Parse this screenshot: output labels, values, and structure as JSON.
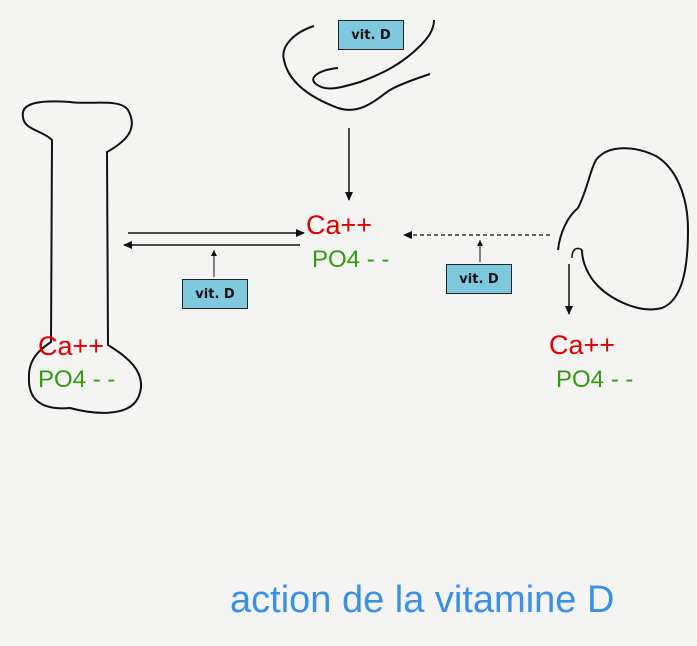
{
  "diagram": {
    "vit_label": "vit. D",
    "calcium": "Ca++",
    "phosphate": "PO4 - -",
    "caption": "action de la vitamine D"
  },
  "colors": {
    "calcium": "#e00000",
    "phosphate": "#2f9a12",
    "caption": "#3a8fe8",
    "vit_box": "#7ec9dd"
  },
  "icons": [
    "bone-icon",
    "intestine-icon",
    "kidney-icon"
  ]
}
